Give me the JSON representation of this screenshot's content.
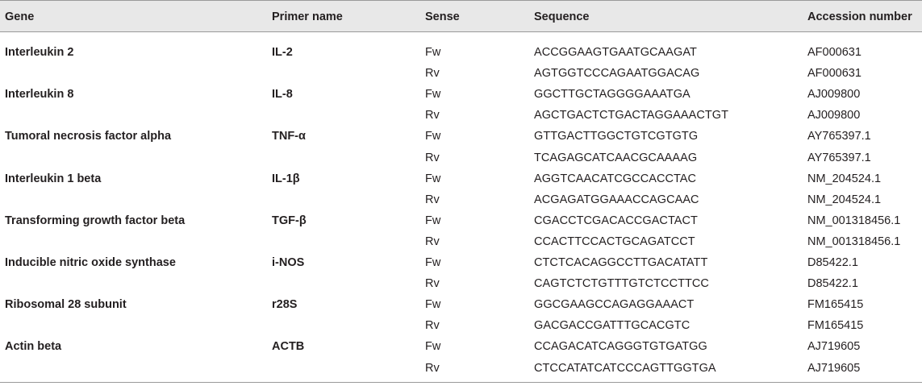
{
  "table": {
    "headers": {
      "gene": "Gene",
      "primer": "Primer name",
      "sense": "Sense",
      "sequence": "Sequence",
      "accession": "Accession number"
    },
    "rows": [
      {
        "gene": "Interleukin 2",
        "primer": "IL-2",
        "sense": "Fw",
        "sequence": "ACCGGAAGTGAATGCAAGAT",
        "accession": "AF000631"
      },
      {
        "gene": "",
        "primer": "",
        "sense": "Rv",
        "sequence": "AGTGGTCCCAGAATGGACAG",
        "accession": "AF000631"
      },
      {
        "gene": "Interleukin 8",
        "primer": "IL-8",
        "sense": "Fw",
        "sequence": "GGCTTGCTAGGGGAAATGA",
        "accession": "AJ009800"
      },
      {
        "gene": "",
        "primer": "",
        "sense": "Rv",
        "sequence": "AGCTGACTCTGACTAGGAAACTGT",
        "accession": "AJ009800"
      },
      {
        "gene": "Tumoral necrosis factor alpha",
        "primer": "TNF-α",
        "sense": "Fw",
        "sequence": "GTTGACTTGGCTGTCGTGTG",
        "accession": "AY765397.1"
      },
      {
        "gene": "",
        "primer": "",
        "sense": "Rv",
        "sequence": "TCAGAGCATCAACGCAAAAG",
        "accession": "AY765397.1"
      },
      {
        "gene": "Interleukin 1 beta",
        "primer": "IL-1β",
        "sense": "Fw",
        "sequence": "AGGTCAACATCGCCACCTAC",
        "accession": "NM_204524.1"
      },
      {
        "gene": "",
        "primer": "",
        "sense": "Rv",
        "sequence": "ACGAGATGGAAACCAGCAAC",
        "accession": "NM_204524.1"
      },
      {
        "gene": "Transforming growth factor beta",
        "primer": "TGF-β",
        "sense": "Fw",
        "sequence": "CGACCTCGACACCGACTACT",
        "accession": "NM_001318456.1"
      },
      {
        "gene": "",
        "primer": "",
        "sense": "Rv",
        "sequence": "CCACTTCCACTGCAGATCCT",
        "accession": "NM_001318456.1"
      },
      {
        "gene": "Inducible nitric oxide synthase",
        "primer": "i-NOS",
        "sense": "Fw",
        "sequence": "CTCTCACAGGCCTTGACATATT",
        "accession": "D85422.1"
      },
      {
        "gene": "",
        "primer": "",
        "sense": "Rv",
        "sequence": "CAGTCTCTGTTTGTCTCCTTCC",
        "accession": "D85422.1"
      },
      {
        "gene": "Ribosomal 28 subunit",
        "primer": "r28S",
        "sense": "Fw",
        "sequence": "GGCGAAGCCAGAGGAAACT",
        "accession": "FM165415"
      },
      {
        "gene": "",
        "primer": "",
        "sense": "Rv",
        "sequence": "GACGACCGATTTGCACGTC",
        "accession": "FM165415"
      },
      {
        "gene": "Actin beta",
        "primer": "ACTB",
        "sense": "Fw",
        "sequence": "CCAGACATCAGGGTGTGATGG",
        "accession": "AJ719605"
      },
      {
        "gene": "",
        "primer": "",
        "sense": "Rv",
        "sequence": "CTCCATATCATCCCAGTTGGTGA",
        "accession": "AJ719605"
      }
    ]
  }
}
